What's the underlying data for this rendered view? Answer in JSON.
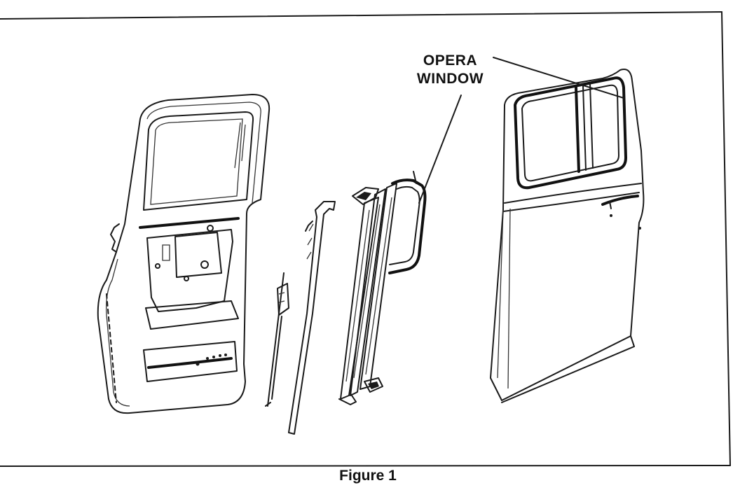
{
  "figure": {
    "callout": [
      "OPERA",
      "WINDOW"
    ],
    "caption": "Figure 1"
  }
}
